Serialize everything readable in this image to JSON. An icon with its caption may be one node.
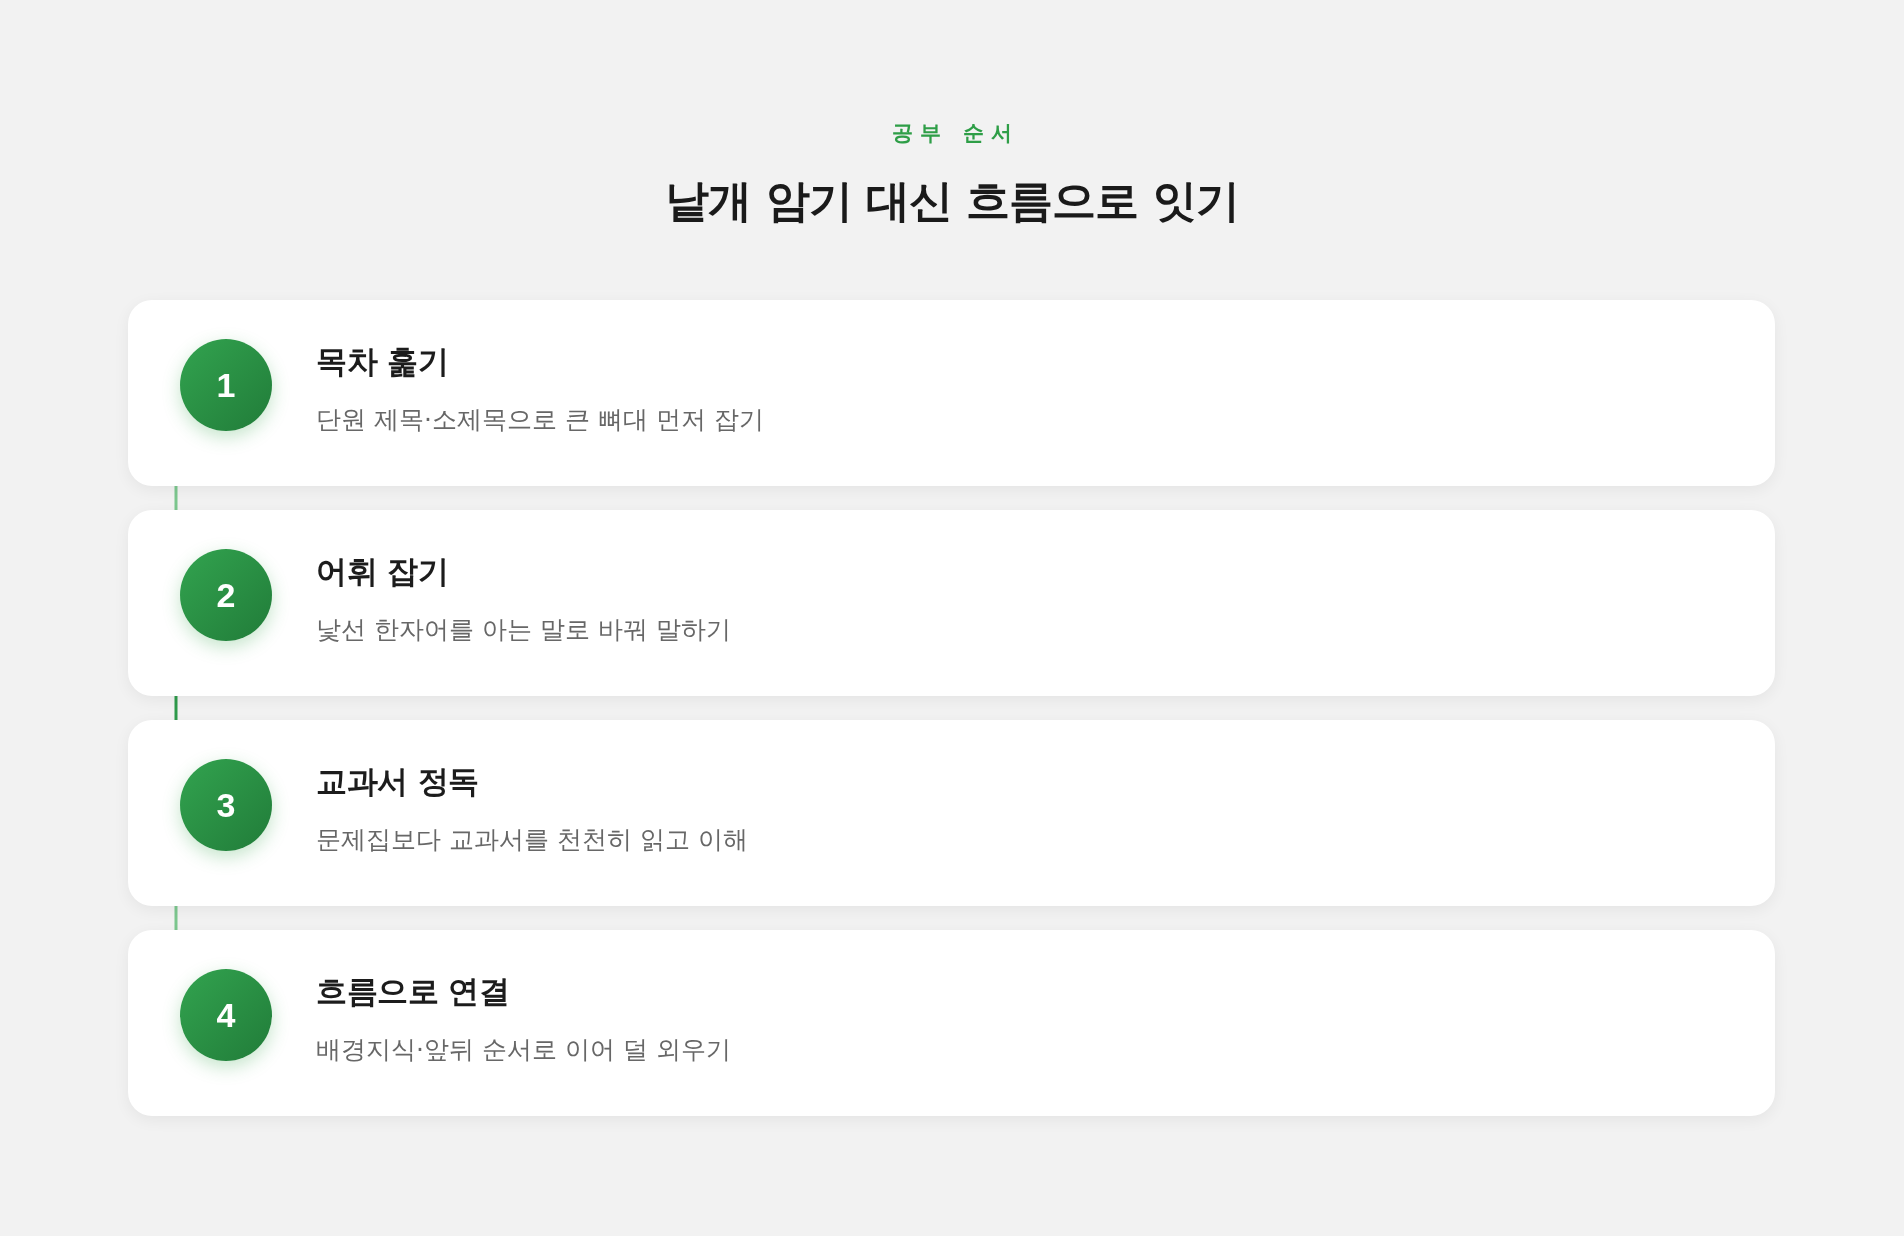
{
  "diagram": {
    "title": "낱개 암기 대신 흐름으로 잇기",
    "nodes": [
      {
        "text": [
          "목차 훑기",
          "단원 제목·소제목으로 큰 뼈대 먼저 잡기"
        ]
      },
      {
        "text": [
          "1"
        ],
        "in": 0
      },
      {
        "text": [
          "어휘 잡기",
          "낯선 한자어를 아는 말로 바꿔 말하기"
        ]
      },
      {
        "text": [
          "2"
        ],
        "in": 2
      },
      {
        "text": [
          "교과서 정독",
          "문제집보다 교과서를 천천히 읽고 이해"
        ]
      },
      {
        "text": [
          "3"
        ],
        "in": 4
      },
      {
        "text": [
          "흐름으로 연결",
          "배경지식·앞뒤 순서로 이어 덜 외우기"
        ]
      },
      {
        "text": [
          "4"
        ],
        "in": 6
      }
    ],
    "edges": [
      {
        "from": 0,
        "to": 2,
        "arrow": "none"
      },
      {
        "from": 2,
        "to": 4,
        "arrow": "none",
        "color": "#2e9b4b"
      },
      {
        "from": 4,
        "to": 6,
        "arrow": "none"
      }
    ],
    "labels": [
      "공부 순서"
    ]
  }
}
